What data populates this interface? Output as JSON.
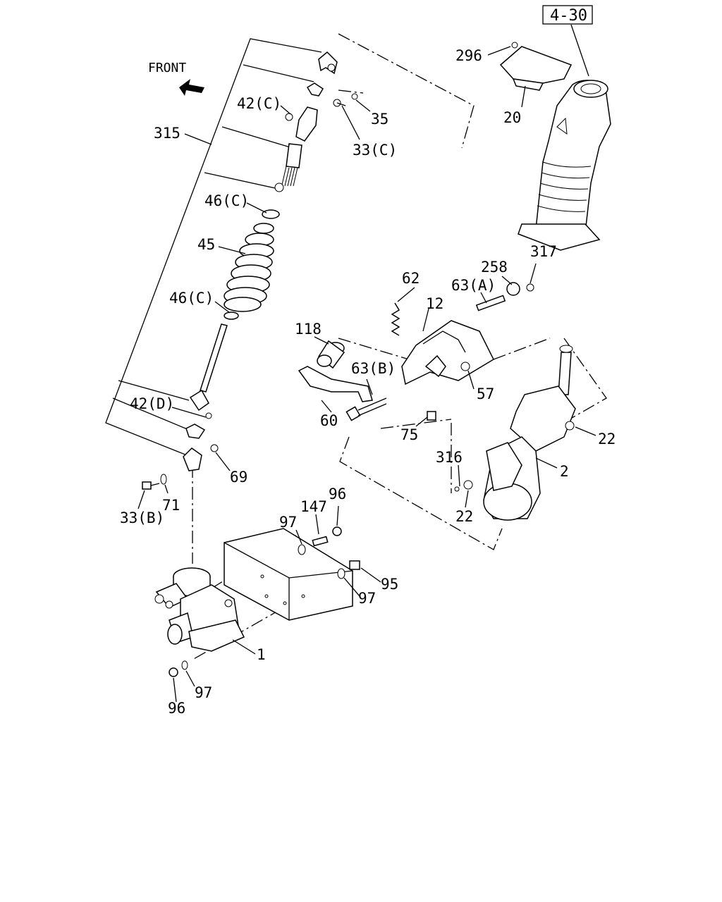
{
  "reference_box": "4-30",
  "front_label": "FRONT",
  "callouts": {
    "c296": "296",
    "c20": "20",
    "c42c_top": "42(C)",
    "c35": "35",
    "c33c": "33(C)",
    "c315": "315",
    "c46c_top": "46(C)",
    "c45": "45",
    "c46c_bottom": "46(C)",
    "c317": "317",
    "c258": "258",
    "c63a": "63(A)",
    "c62": "62",
    "c12": "12",
    "c118": "118",
    "c63b": "63(B)",
    "c57": "57",
    "c42d": "42(D)",
    "c60": "60",
    "c75": "75",
    "c22_right": "22",
    "c316": "316",
    "c2": "2",
    "c69": "69",
    "c22_bottom": "22",
    "c71": "71",
    "c33b": "33(B)",
    "c96_top": "96",
    "c147": "147",
    "c97_top": "97",
    "c95": "95",
    "c97_mid": "97",
    "c1": "1",
    "c97_bottom": "97",
    "c96_bottom": "96"
  }
}
